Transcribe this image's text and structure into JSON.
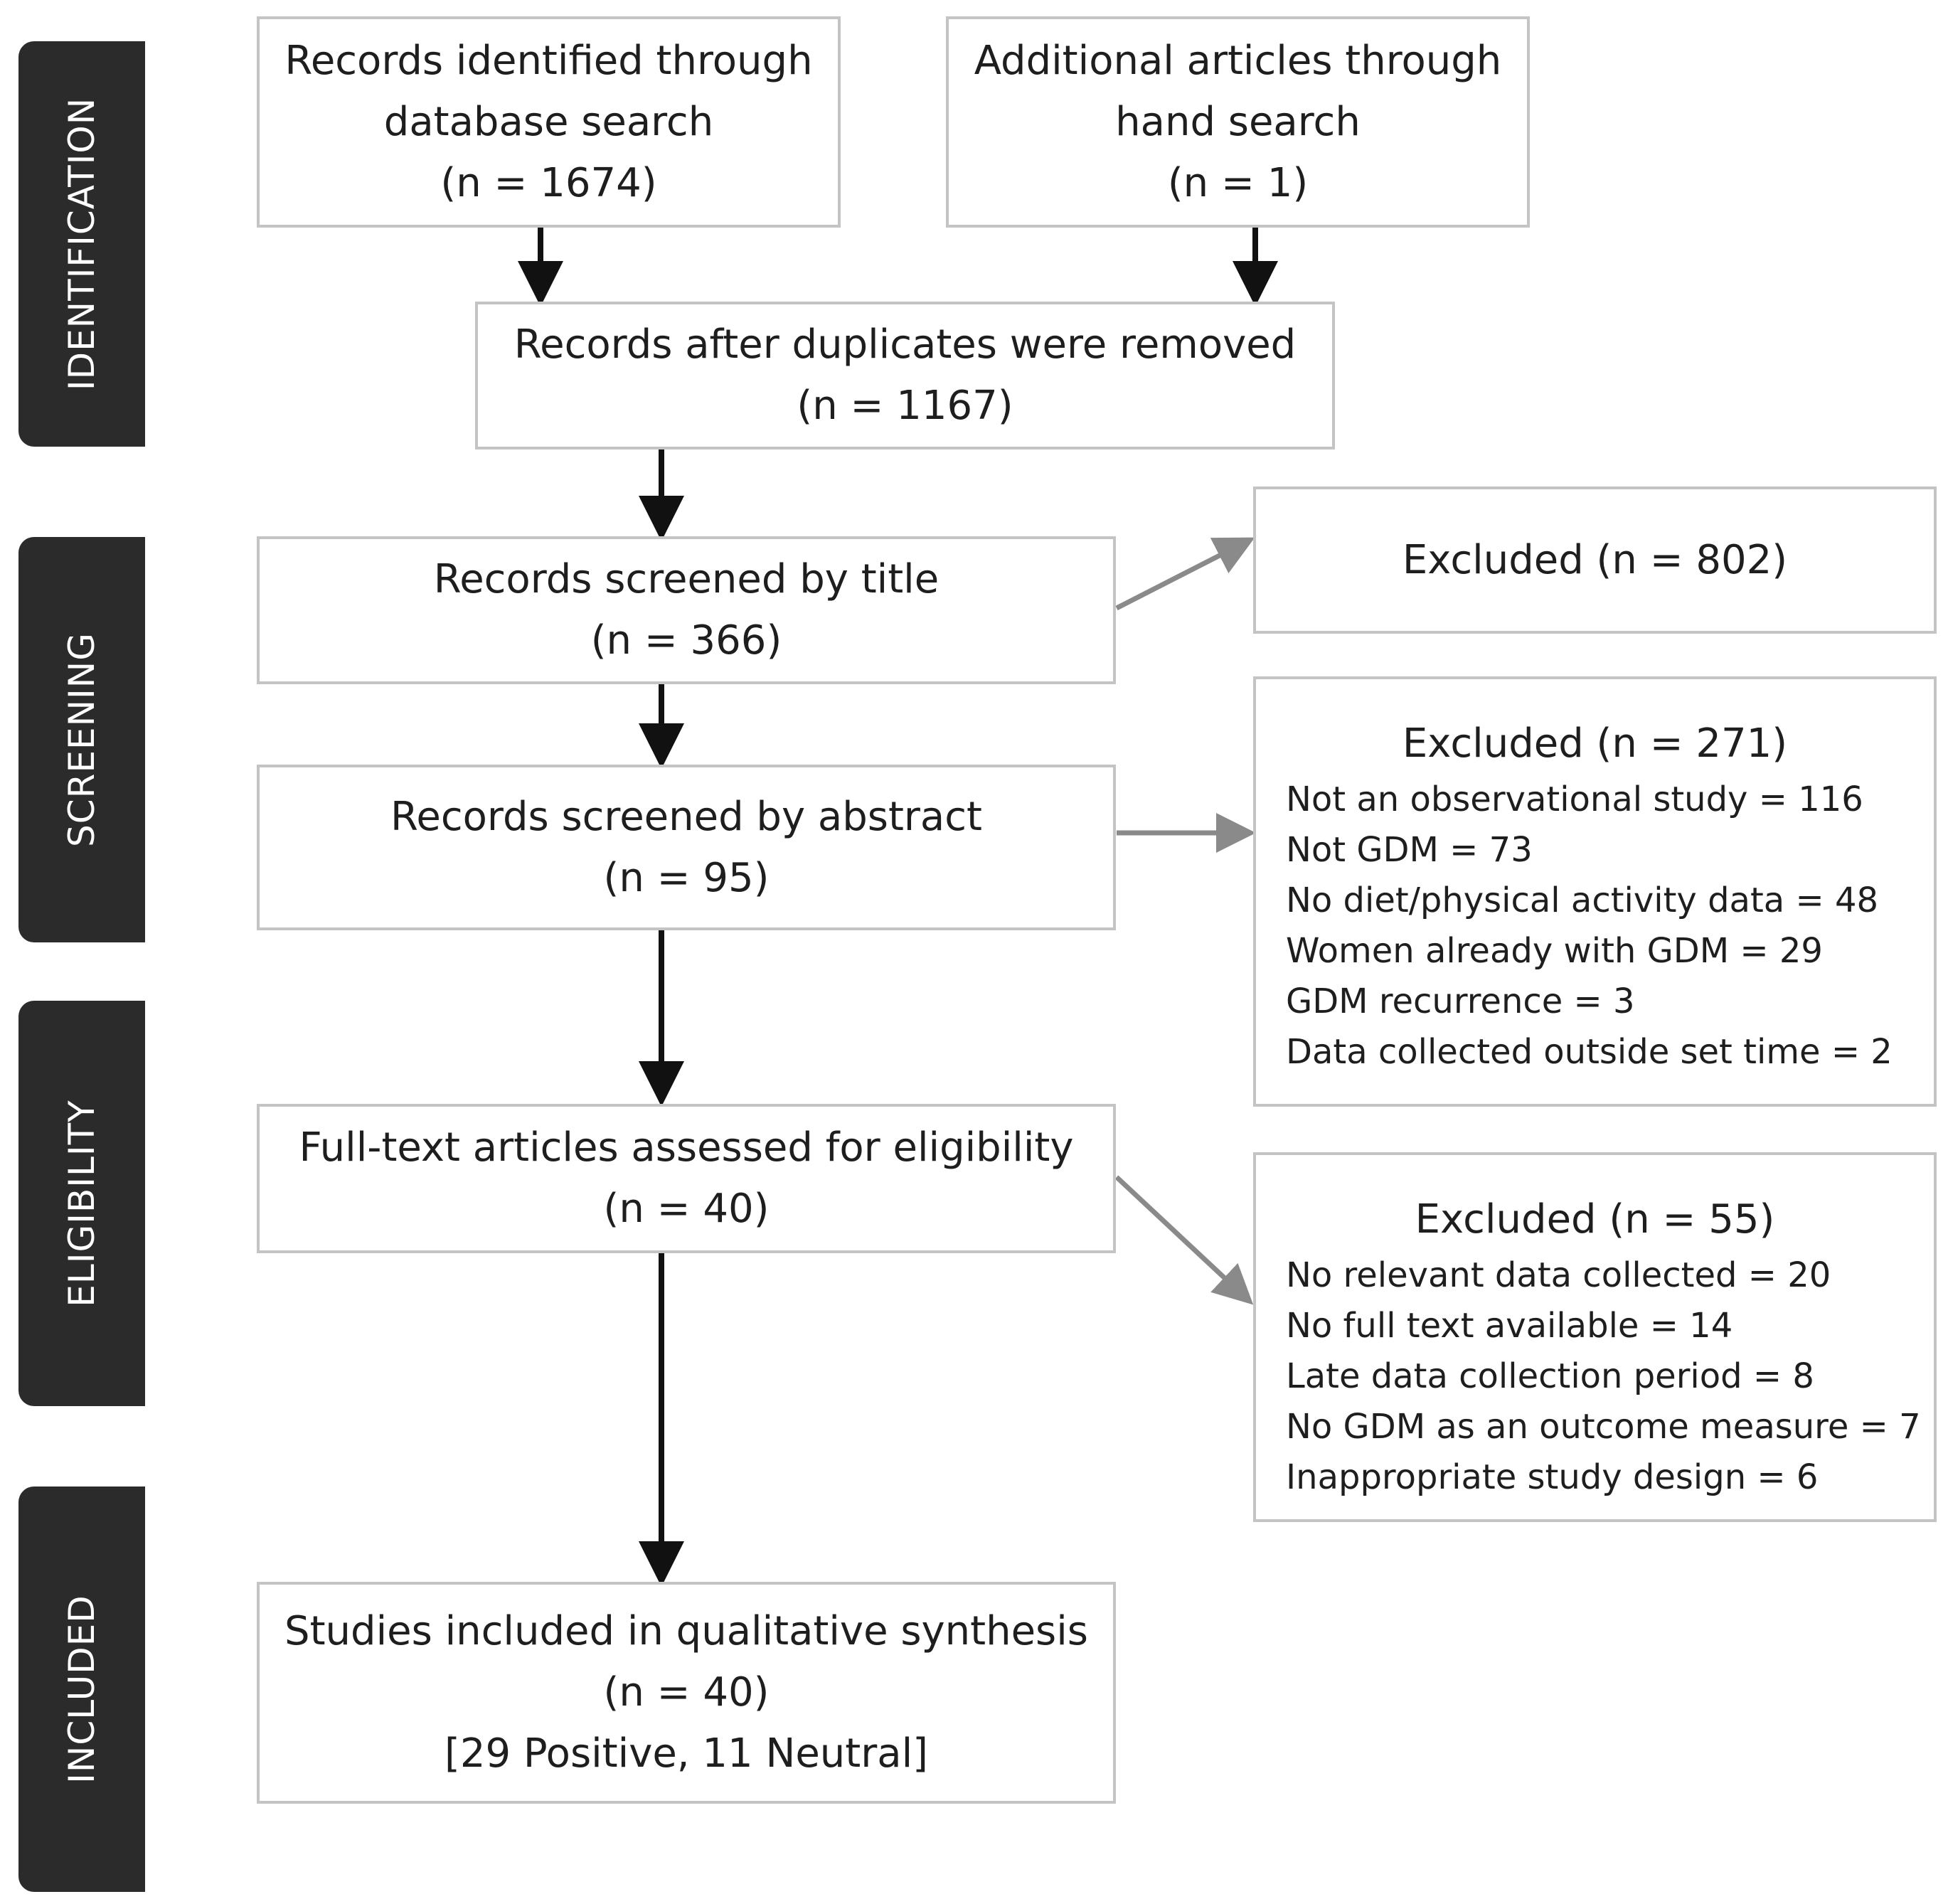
{
  "stages": {
    "identification": "IDENTIFICATION",
    "screening": "SCREENING",
    "eligibility": "ELIGIBILITY",
    "included": "INCLUDED"
  },
  "boxes": {
    "database_search": {
      "line1": "Records identified through",
      "line2": "database search",
      "count": "(n = 1674)"
    },
    "hand_search": {
      "line1": "Additional articles through",
      "line2": "hand search",
      "count": "(n = 1)"
    },
    "duplicates_removed": {
      "line1": "Records after duplicates were removed",
      "count": "(n = 1167)"
    },
    "screened_title": {
      "line1": "Records screened by title",
      "count": "(n = 366)"
    },
    "screened_abstract": {
      "line1": "Records screened by abstract",
      "count": "(n = 95)"
    },
    "full_text": {
      "line1": "Full-text articles assessed for eligibility",
      "count": "(n = 40)"
    },
    "included": {
      "line1": "Studies included in qualitative synthesis",
      "count": "(n = 40)",
      "detail": "[29 Positive, 11 Neutral]"
    }
  },
  "exclusions": {
    "title": {
      "heading": "Excluded (n = 802)"
    },
    "abstract": {
      "heading": "Excluded (n = 271)",
      "reasons": [
        "Not an observational study = 116",
        "Not GDM = 73",
        "No diet/physical activity data = 48",
        "Women already with GDM = 29",
        "GDM recurrence = 3",
        "Data collected outside set time = 2"
      ]
    },
    "full_text": {
      "heading": "Excluded (n = 55)",
      "reasons": [
        "No relevant data collected = 20",
        "No full text available = 14",
        "Late data collection period = 8",
        "No GDM as an outcome measure = 7",
        "Inappropriate study design = 6"
      ]
    }
  },
  "colors": {
    "stage_bar": "#2b2b2b",
    "box_border": "#c4c4c4",
    "main_arrow": "#111111",
    "exclusion_arrow": "#8a8a8a"
  }
}
